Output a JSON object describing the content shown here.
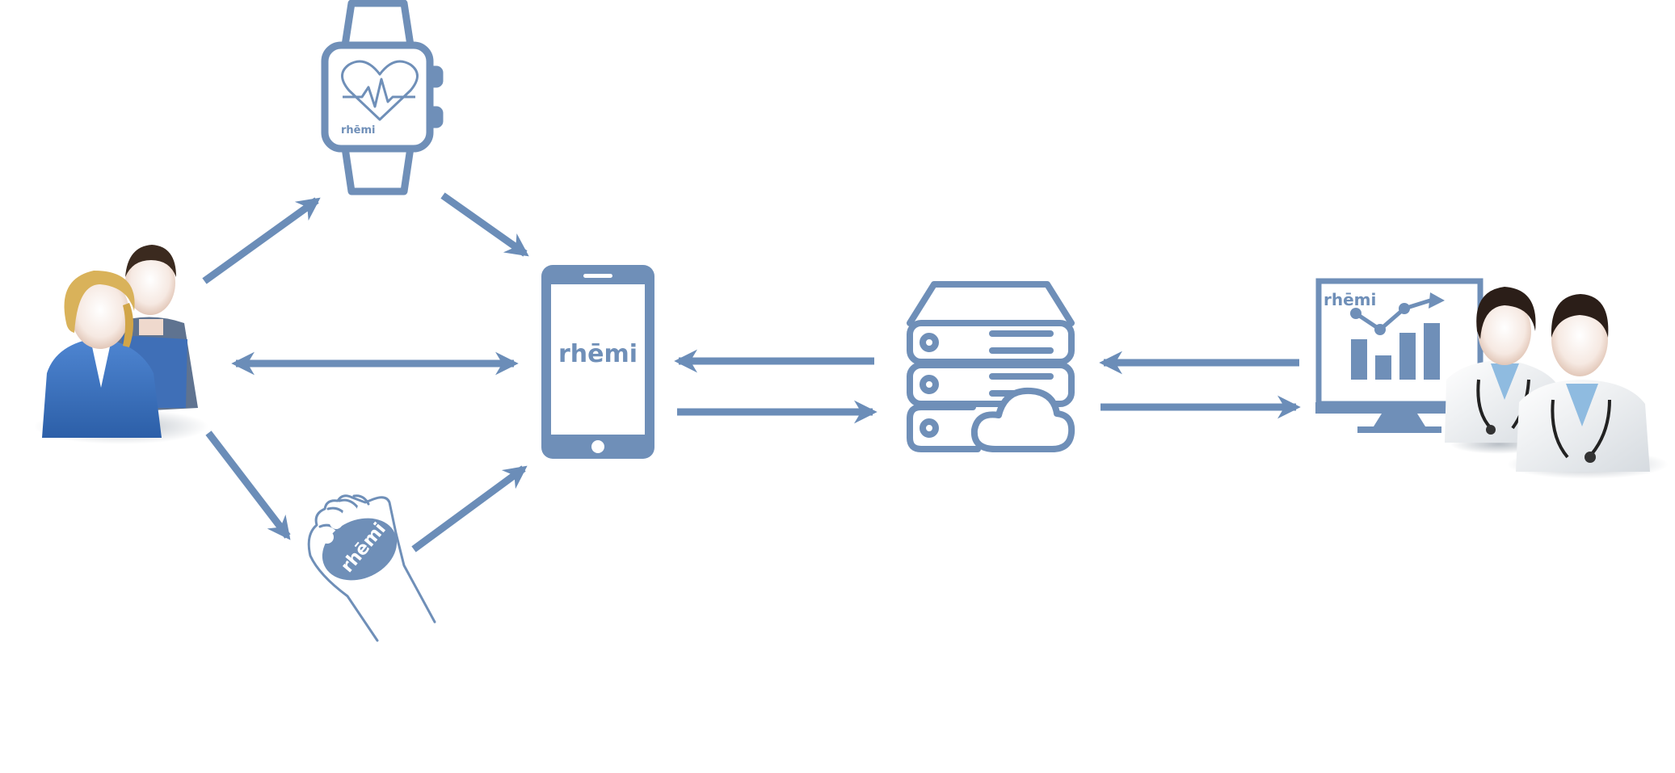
{
  "colors": {
    "primary": "#6f8fb8",
    "arrow": "#6b8db8",
    "background": "#ffffff"
  },
  "brand": {
    "watch_label": "rhēmi",
    "phone_label": "rhēmi",
    "grip_label": "rhēmi",
    "monitor_label": "rhēmi"
  },
  "nodes": [
    {
      "id": "patients",
      "icon": "patients-icon"
    },
    {
      "id": "smartwatch",
      "icon": "smartwatch-icon"
    },
    {
      "id": "grip-sensor",
      "icon": "hand-grip-icon"
    },
    {
      "id": "smartphone",
      "icon": "smartphone-icon"
    },
    {
      "id": "cloud-server",
      "icon": "cloud-server-icon"
    },
    {
      "id": "clinician-dashboard",
      "icon": "monitor-chart-icon"
    },
    {
      "id": "clinicians",
      "icon": "doctors-icon"
    }
  ],
  "edges": [
    {
      "from": "patients",
      "to": "smartwatch"
    },
    {
      "from": "smartwatch",
      "to": "smartphone"
    },
    {
      "from": "patients",
      "to": "smartphone",
      "bidirectional": true
    },
    {
      "from": "patients",
      "to": "grip-sensor"
    },
    {
      "from": "grip-sensor",
      "to": "smartphone"
    },
    {
      "from": "cloud-server",
      "to": "smartphone"
    },
    {
      "from": "smartphone",
      "to": "cloud-server"
    },
    {
      "from": "clinician-dashboard",
      "to": "cloud-server"
    },
    {
      "from": "cloud-server",
      "to": "clinician-dashboard"
    }
  ]
}
